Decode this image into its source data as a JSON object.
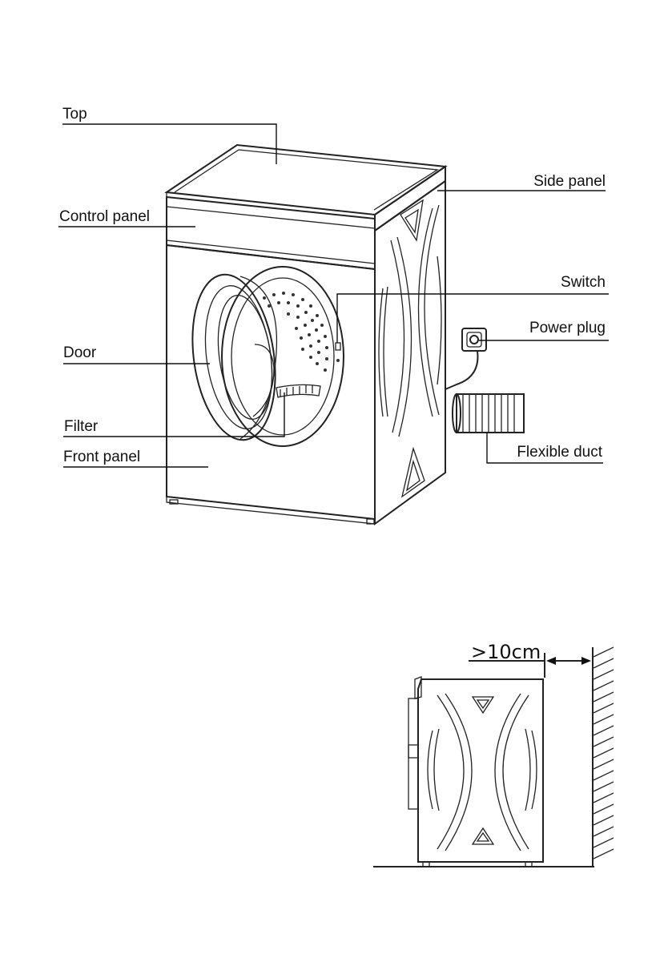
{
  "labels": {
    "top": "Top",
    "control_panel": "Control panel",
    "side_panel": "Side panel",
    "switch": "Switch",
    "power_plug": "Power plug",
    "door": "Door",
    "filter": "Filter",
    "front_panel": "Front panel",
    "flexible_duct": "Flexible duct"
  },
  "clearance": {
    "label": ">10cm"
  }
}
